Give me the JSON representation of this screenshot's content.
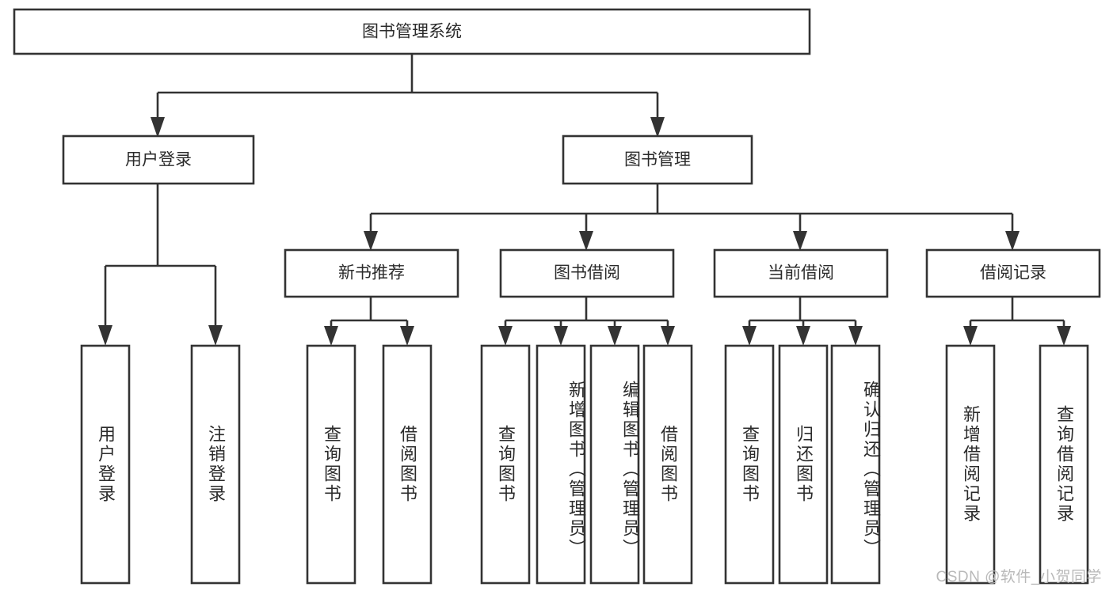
{
  "diagram": {
    "title": "图书管理系统",
    "type": "tree",
    "orientation": "top-down",
    "colors": {
      "box_stroke": "#333333",
      "box_fill": "#ffffff",
      "text": "#2b2b2b",
      "background": "#ffffff",
      "watermark": "#b9b9b9"
    },
    "levels": {
      "root": {
        "label": "图书管理系统",
        "orientation": "horizontal"
      },
      "level2": [
        {
          "label": "用户登录",
          "orientation": "horizontal"
        },
        {
          "label": "图书管理",
          "orientation": "horizontal"
        }
      ],
      "level3": [
        {
          "label": "新书推荐",
          "orientation": "horizontal",
          "parent": "图书管理"
        },
        {
          "label": "图书借阅",
          "orientation": "horizontal",
          "parent": "图书管理"
        },
        {
          "label": "当前借阅",
          "orientation": "horizontal",
          "parent": "图书管理"
        },
        {
          "label": "借阅记录",
          "orientation": "horizontal",
          "parent": "图书管理"
        }
      ],
      "leaves": [
        {
          "label": "用户登录",
          "orientation": "vertical",
          "parent": "用户登录"
        },
        {
          "label": "注销登录",
          "orientation": "vertical",
          "parent": "用户登录"
        },
        {
          "label": "查询图书",
          "orientation": "vertical",
          "parent": "新书推荐"
        },
        {
          "label": "借阅图书",
          "orientation": "vertical",
          "parent": "新书推荐"
        },
        {
          "label": "查询图书",
          "orientation": "vertical",
          "parent": "图书借阅"
        },
        {
          "label": "新增图书（管理员）",
          "orientation": "vertical",
          "parent": "图书借阅"
        },
        {
          "label": "编辑图书（管理员）",
          "orientation": "vertical",
          "parent": "图书借阅"
        },
        {
          "label": "借阅图书",
          "orientation": "vertical",
          "parent": "图书借阅"
        },
        {
          "label": "查询图书",
          "orientation": "vertical",
          "parent": "当前借阅"
        },
        {
          "label": "归还图书",
          "orientation": "vertical",
          "parent": "当前借阅"
        },
        {
          "label": "确认归还（管理员）",
          "orientation": "vertical",
          "parent": "当前借阅"
        },
        {
          "label": "新增借阅记录",
          "orientation": "vertical",
          "parent": "借阅记录"
        },
        {
          "label": "查询借阅记录",
          "orientation": "vertical",
          "parent": "借阅记录"
        }
      ]
    }
  },
  "watermark": {
    "text": "CSDN @软件_小贺同学"
  }
}
